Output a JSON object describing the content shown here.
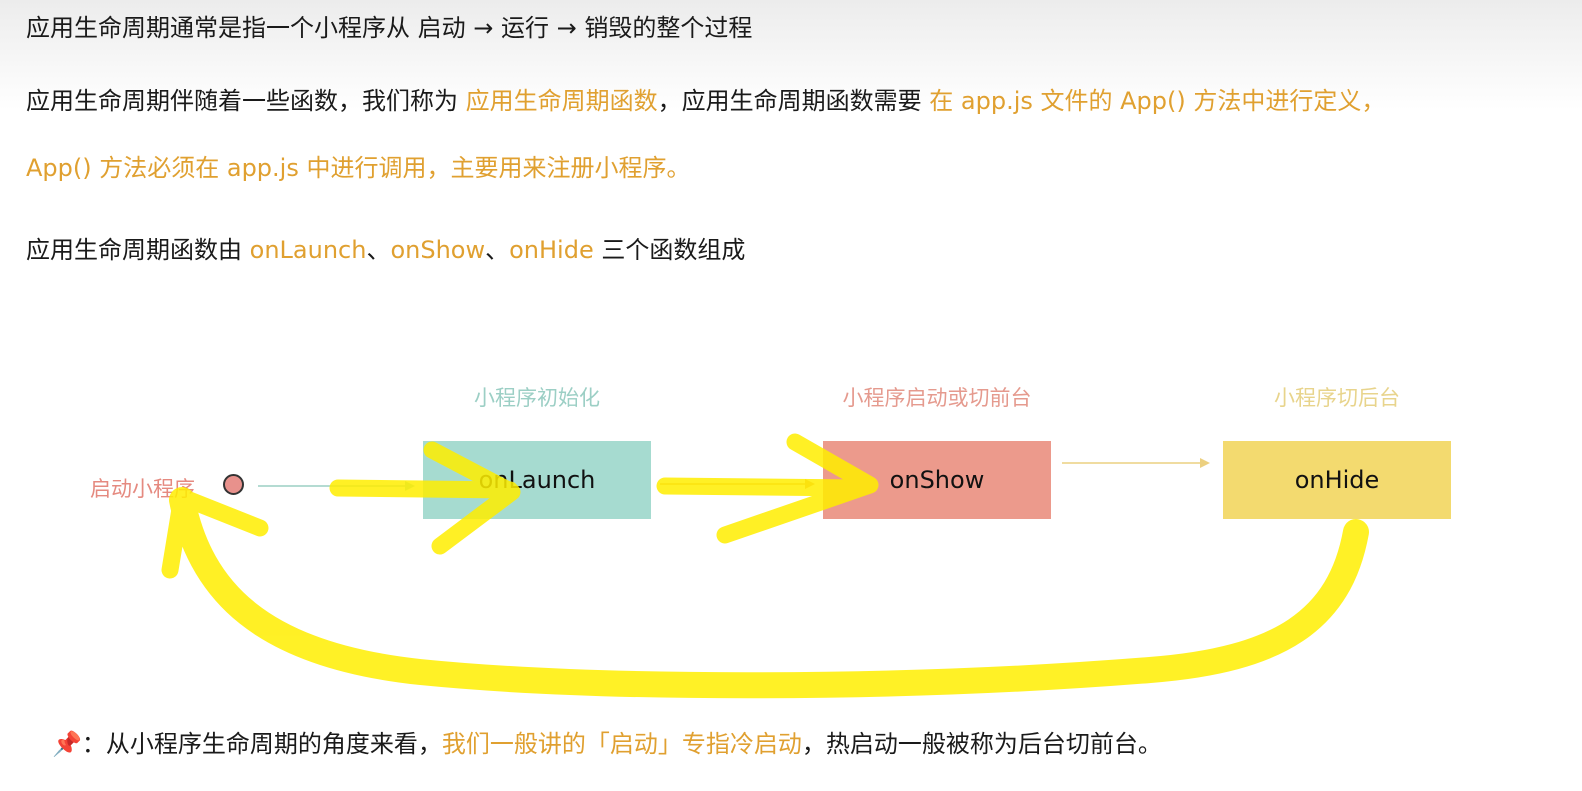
{
  "intro": {
    "line1": "应用生命周期通常是指一个小程序从 启动 → 运行 → 销毁的整个过程",
    "line2_a": "应用生命周期伴随着一些函数，我们称为 ",
    "line2_b": "应用生命周期函数",
    "line2_c": "，应用生命周期函数需要 ",
    "line2_d": "在 app.js 文件的 App() 方法中进行定义，",
    "line3": "App() 方法必须在 app.js 中进行调用，主要用来注册小程序。",
    "line4_a": "应用生命周期函数由 ",
    "line4_b": "onLaunch",
    "line4_c": "、",
    "line4_d": "onShow",
    "line4_e": "、",
    "line4_f": "onHide",
    "line4_g": " 三个函数组成"
  },
  "diagram": {
    "start_label": "启动小程序",
    "stages": [
      {
        "caption": "小程序初始化",
        "fn": "onLaunch",
        "caption_color": "#9ccfc5",
        "box_color": "#a6dbd0"
      },
      {
        "caption": "小程序启动或切前台",
        "fn": "onShow",
        "caption_color": "#e59a8e",
        "box_color": "#ec9a8c"
      },
      {
        "caption": "小程序切后台",
        "fn": "onHide",
        "caption_color": "#e8d48c",
        "box_color": "#f3da6f"
      }
    ],
    "highlight_color": "#ffee00"
  },
  "note": {
    "icon": "pushpin-icon",
    "prefix": "：从小程序生命周期的角度来看，",
    "highlight": "我们一般讲的「启动」专指冷启动",
    "suffix": "，热启动一般被称为后台切前台。"
  }
}
